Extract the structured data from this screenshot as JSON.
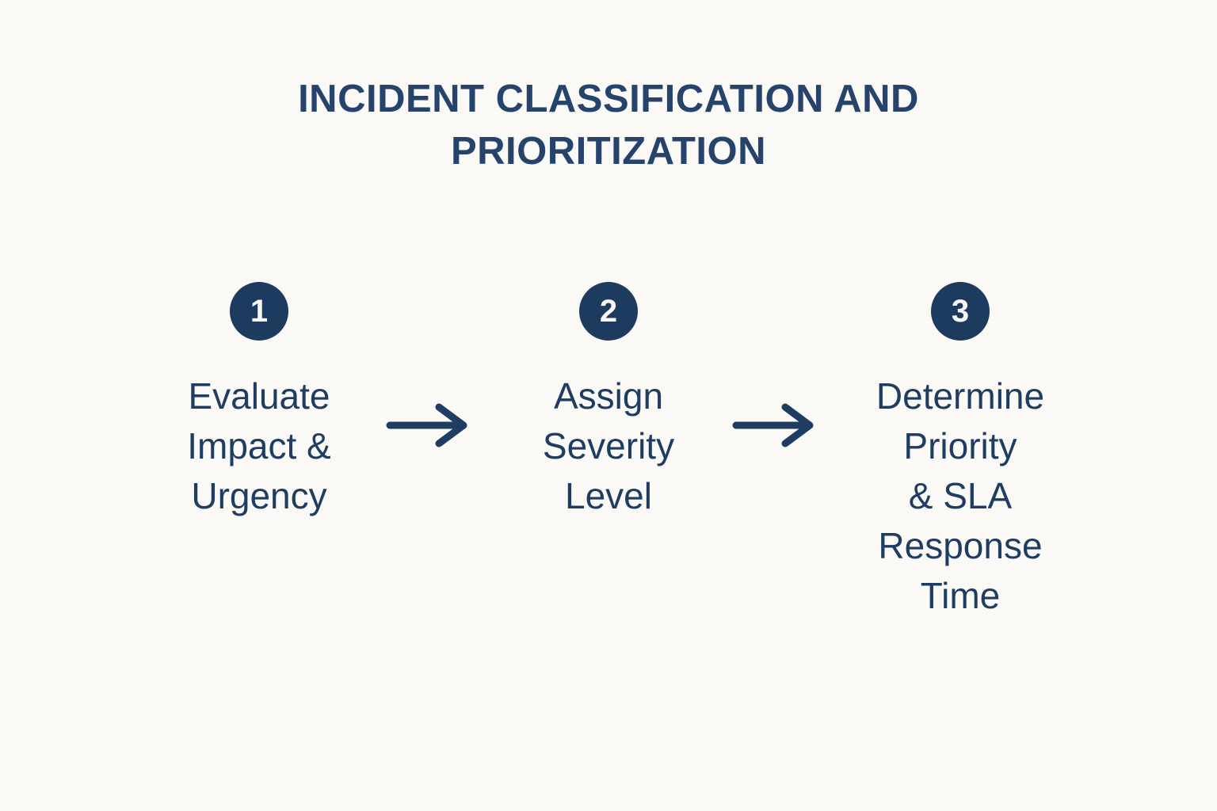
{
  "colors": {
    "background": "#faf9f6",
    "accent": "#1f3c62",
    "title": "#26436c",
    "badge_fill": "#1d3a5f",
    "badge_number": "#f8f7f4"
  },
  "diagram": {
    "title": "INCIDENT CLASSIFICATION AND\nPRIORITIZATION",
    "steps": [
      {
        "number": "1",
        "label": "Evaluate\nImpact &\nUrgency"
      },
      {
        "number": "2",
        "label": "Assign\nSeverity\nLevel"
      },
      {
        "number": "3",
        "label": "Determine\nPriority\n& SLA\nResponse\nTime"
      }
    ],
    "connector": "right-arrow"
  }
}
